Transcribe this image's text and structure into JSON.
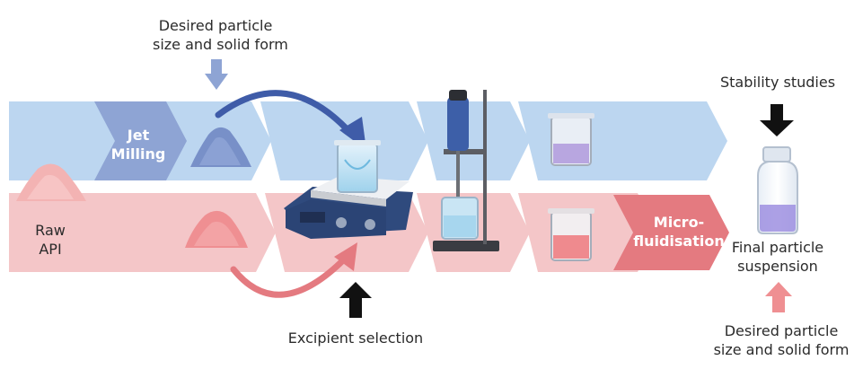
{
  "top_label": {
    "line1": "Desired particle",
    "line2": "size and solid form"
  },
  "jet_milling": {
    "line1": "Jet",
    "line2": "Milling"
  },
  "raw_api": {
    "line1": "Raw",
    "line2": "API"
  },
  "microfluidisation": {
    "line1": "Micro-",
    "line2": "fluidisation"
  },
  "stability": {
    "label": "Stability studies"
  },
  "final": {
    "line1": "Final particle",
    "line2": "suspension"
  },
  "bottom_right_label": {
    "line1": "Desired particle",
    "line2": "size and solid form"
  },
  "excipient": {
    "label": "Excipient selection"
  },
  "colors": {
    "blue_band": "#bcd6f0",
    "red_band": "#f4c6c8",
    "jet_milling": "#8ea4d4",
    "microfluidisation": "#e47a80",
    "blue_arrow": "#3f5ca8",
    "red_arrow": "#e47a80"
  }
}
